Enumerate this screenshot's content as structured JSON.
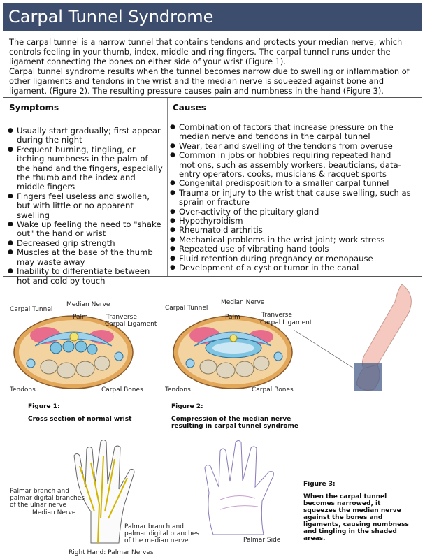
{
  "title": "Carpal Tunnel Syndrome",
  "intro": {
    "p1": "The carpal tunnel is a narrow tunnel that contains tendons and protects your median nerve, which controls feeling in your thumb, index, middle and ring fingers. The carpal tunnel runs under the ligament connecting the bones on either side of your wrist (Figure 1).",
    "p2": "Carpal tunnel syndrome results when the tunnel becomes narrow due to swelling or inflammation of other ligaments and tendons in the wrist and the median nerve is squeezed against bone and ligament.  (Figure 2).  The resulting  pressure causes pain and numbness in the hand (Figure 3)."
  },
  "table": {
    "symptoms_header": "Symptoms",
    "causes_header": "Causes",
    "symptoms": [
      "Usually start gradually; first appear during the night",
      "Frequent burning, tingling, or itching numbness in the palm of the hand and the fingers, especially the thumb and the index and middle fingers",
      "Fingers feel useless and swollen, but with little or no apparent swelling",
      "Wake up feeling the need to \"shake out\" the hand or wrist",
      "Decreased grip strength",
      "Muscles at the base of the thumb may waste away",
      "Inability to differentiate between hot and cold by touch"
    ],
    "causes": [
      "Combination of factors that increase pressure on the median nerve and tendons in the carpal tunnel",
      "Wear, tear and swelling of the tendons from overuse",
      "Common in jobs or hobbies requiring repeated hand motions, such as assembly workers, beauticians, data-entry operators, cooks, musicians & racquet sports",
      "Congenital predisposition to a smaller carpal tunnel",
      "Trauma or injury to the wrist that cause swelling, such as sprain or fracture",
      "Over-activity of the pituitary gland",
      "Hypothyroidism",
      "Rheumatoid arthritis",
      "Mechanical problems in the wrist joint; work stress",
      "Repeated use of vibrating hand tools",
      "Fluid retention during pregnancy or menopause",
      "Development of a cyst or tumor in the canal"
    ]
  },
  "figures": {
    "labels": {
      "carpal_tunnel": "Carpal Tunnel",
      "median_nerve": "Median Nerve",
      "palm": "Palm",
      "transverse": "Tranverse",
      "carpal_ligament": "Carpal Ligament",
      "tendons": "Tendons",
      "carpal_bones": "Carpal Bones"
    },
    "fig1_title": "Figure 1:",
    "fig1_caption": "Cross section of normal wrist",
    "fig2_title": "Figure 2:",
    "fig2_caption_l1": "Compression of the median nerve",
    "fig2_caption_l2": "resulting in carpal tunnel syndrome",
    "fig3_title": "Figure 3:",
    "fig3_caption": [
      "When the carpal tunnel",
      "becomes narrowed, it",
      "squeezes the median nerve",
      "against the bones and",
      "ligaments, causing numbness",
      "and tingling in the shaded",
      "areas."
    ],
    "hand": {
      "ulnar_label": [
        "Palmar branch and",
        "palmar digital branches",
        "of the ulnar nerve"
      ],
      "median_nerve": "Median Nerve",
      "median_branch_label": [
        "Palmar branch and",
        "palmar digital branches",
        "of the median nerve"
      ],
      "right_hand": "Right Hand:  Palmar Nerves",
      "palmar_side": "Palmar Side"
    }
  },
  "colors": {
    "title_bar": "#3c4d6e",
    "nerve": "#e8c84a",
    "tendon": "#7fc4e0",
    "bone": "#e0d6bf",
    "muscle": "#e86c8c"
  }
}
